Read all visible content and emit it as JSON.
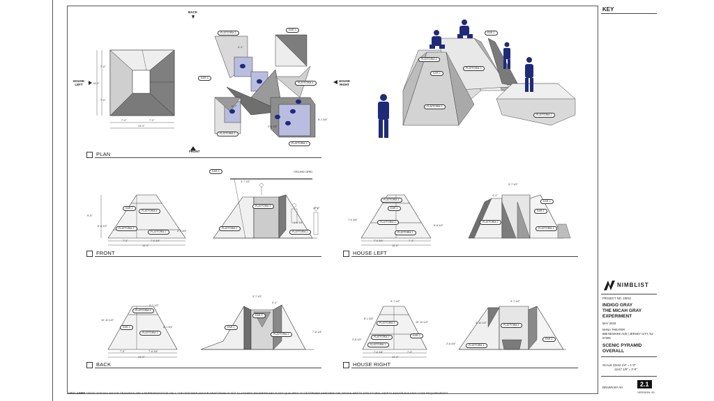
{
  "sections": {
    "plan": "PLAN",
    "front": "FRONT",
    "house_left": "HOUSE LEFT",
    "back": "BACK",
    "house_right": "HOUSE RIGHT"
  },
  "directions": {
    "back": "BACK",
    "front": "FRONT",
    "house_left": "HOUSE LEFT",
    "house_right": "HOUSE RIGHT"
  },
  "labels": {
    "platform_1": "PLATFORM-1",
    "platform_2": "PLATFORM-2",
    "platform_3": "PLATFORM-3",
    "platform_4": "PLATFORM-4",
    "ear_1": "EAR-1",
    "ear_2": "EAR-2",
    "ceiling_grid": "CEILING GRID"
  },
  "dims": {
    "d1": "7'-0\"",
    "d2": "14'-0\"",
    "d3": "7'-2\"",
    "d4": "8'-6 1/2\"",
    "d5": "7'-0 3/4\"",
    "d6": "2'-4 3/4\"",
    "d7": "9'-5\"",
    "d8": "12'-0\"",
    "d9": "3'-7 1/2\"",
    "d10": "10'-10 1/2\"",
    "d11": "7'-6 3/4\"",
    "d12": "8'-1 3/4\"",
    "d13": "2'-8 1/2\"",
    "d14": "4'-1\"",
    "d15": "7'-8 1/4\"",
    "d16": "2'-6 3/4\"",
    "d17": "2'-7\"",
    "d18": "1'-6 3/4\"",
    "d19": "4'-10 1/2\"",
    "d20": "8'-1 3/4\""
  },
  "titleblock": {
    "key": "KEY",
    "logo": "NIMBLIST",
    "project_no": "PROJECT NO. 18010",
    "title_line1": "INDIGO GRAY",
    "title_line2": "THE MICAH GRAY",
    "title_line3": "EXPERIMENT",
    "date": "MAY 2018",
    "venue_line1": "MANA THEATER",
    "venue_line2": "888 NEWARK AVE | JERSEY CITY, NJ",
    "venue_line3": "07306",
    "drawing_title1": "SCENIC PYRAMID",
    "drawing_title2": "OVERALL",
    "scale_line1": "SCALE 22x34  1/4\" = 1'-0\"",
    "scale_line2": "11x17  1/8\" = 2'-0\"",
    "drawn_by": "DRAWN BY AH",
    "sheet_no": "2.1",
    "version": "VERSION: 00"
  },
  "disclaimer": {
    "label": "DISCLAIMER",
    "text": "THESE DESIGNS AND/OR DRAWINGS ARE A REPRESENTATION ONLY. THE DESIGNER AND/OR DRAFTSMAN IS NOT A LICENSED ENGINEER AND IS NOT QUALIFIED TO DETERMINE WHETHER THE DESIGN MEETS STRUCTURAL SAFETY AND/OR BUILDING CODE REQUIREMENTS."
  },
  "colors": {
    "figure": "#1f2a78",
    "highlight": "#b9bde0",
    "dark_fill": "#8a8a8a",
    "mid_fill": "#bdbdbd",
    "light_fill": "#e6e6e6"
  }
}
